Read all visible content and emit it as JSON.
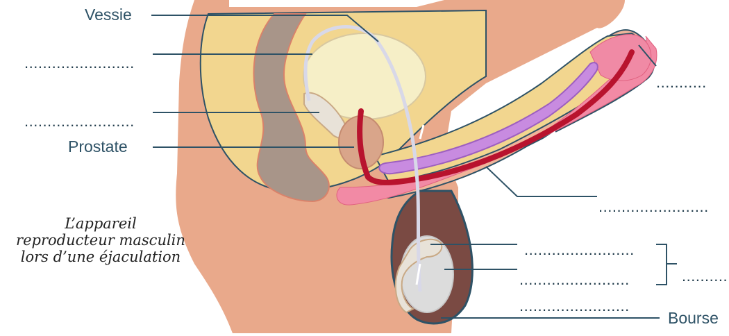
{
  "labels": {
    "vessie": "Vessie",
    "prostate": "Prostate",
    "bourses": "Bourse",
    "blank": "........................",
    "blank_right": "..........."
  },
  "caption": {
    "line1": "L’appareil",
    "line2": "reproducteur masculin",
    "line3": "lors d’une éjaculation"
  },
  "colors": {
    "line": "#2e5266",
    "skin": "#e9a98b",
    "inner": "#f2d68f",
    "bladder": "#f6efc7",
    "urethra": "#b8132e",
    "erectile": "#c88be0",
    "testis": "#dcdcdc"
  }
}
